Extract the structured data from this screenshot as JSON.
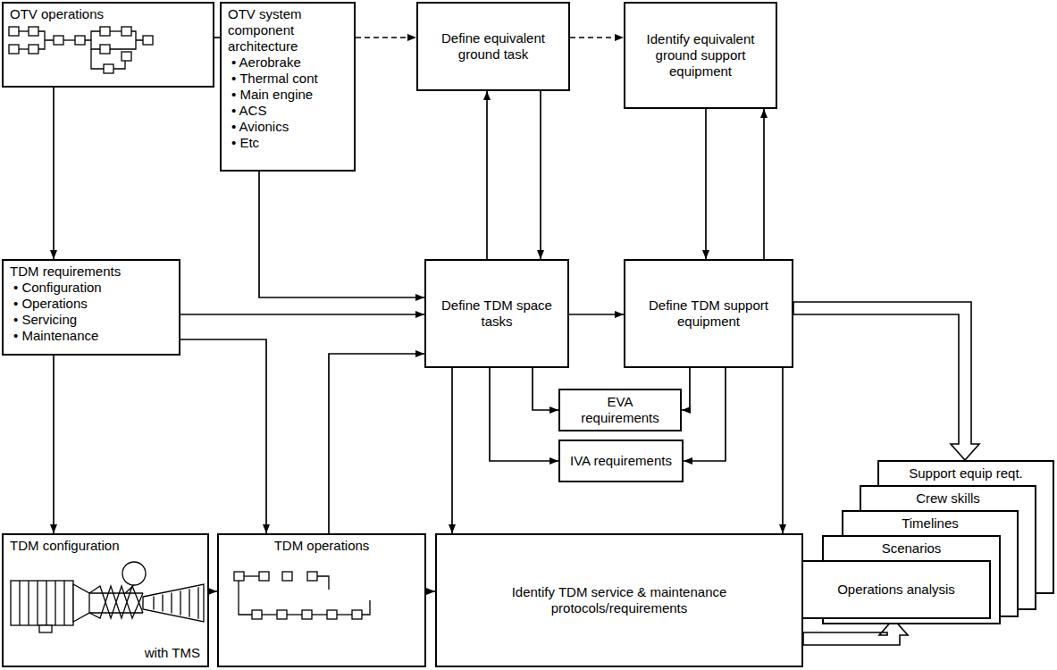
{
  "diagram": {
    "nodes": [
      {
        "text": [
          "OTV operations"
        ]
      },
      {
        "text": [
          "OTV system component architecture",
          "• Aerobrake",
          "• Thermal cont",
          "• Main engine",
          "• ACS",
          "• Avionics",
          "• Etc"
        ]
      },
      {
        "text": [
          "Define equivalent ground task"
        ]
      },
      {
        "text": [
          "Identify equivalent ground support equipment"
        ]
      },
      {
        "text": [
          "TDM requirements",
          "• Configuration",
          "• Operations",
          "• Servicing",
          "• Maintenance"
        ]
      },
      {
        "text": [
          "Define TDM space tasks"
        ]
      },
      {
        "text": [
          "Define TDM support equipment"
        ]
      },
      {
        "text": [
          "EVA requirements"
        ]
      },
      {
        "text": [
          "IVA requirements"
        ]
      },
      {
        "text": [
          "Support equip reqt."
        ]
      },
      {
        "text": [
          "Crew skills"
        ]
      },
      {
        "text": [
          "Timelines"
        ]
      },
      {
        "text": [
          "Scenarios"
        ]
      },
      {
        "text": [
          "Operations analysis"
        ]
      },
      {
        "text": [
          "TDM configuration",
          "with TMS"
        ]
      },
      {
        "text": [
          "TDM operations"
        ]
      },
      {
        "text": [
          "Identify TDM service & maintenance protocols/requirements"
        ]
      }
    ],
    "edges": [
      {
        "from": 0,
        "to": 1,
        "arrow": "none"
      },
      {
        "from": 1,
        "to": 2,
        "arrow": "to"
      },
      {
        "from": 2,
        "to": 3,
        "arrow": "to"
      },
      {
        "from": 0,
        "to": 4,
        "arrow": "to"
      },
      {
        "from": 1,
        "to": 5,
        "arrow": "to"
      },
      {
        "from": 2,
        "to": 5,
        "arrow": "to"
      },
      {
        "from": 5,
        "to": 2,
        "arrow": "to"
      },
      {
        "from": 3,
        "to": 6,
        "arrow": "to"
      },
      {
        "from": 6,
        "to": 3,
        "arrow": "to"
      },
      {
        "from": 4,
        "to": 5,
        "arrow": "to"
      },
      {
        "from": 4,
        "to": 14,
        "arrow": "to"
      },
      {
        "from": 4,
        "to": 15,
        "arrow": "to"
      },
      {
        "from": 15,
        "to": 5,
        "arrow": "to"
      },
      {
        "from": 5,
        "to": 6,
        "arrow": "to"
      },
      {
        "from": 5,
        "to": 7,
        "arrow": "to"
      },
      {
        "from": 6,
        "to": 7,
        "arrow": "to"
      },
      {
        "from": 5,
        "to": 8,
        "arrow": "to"
      },
      {
        "from": 6,
        "to": 8,
        "arrow": "to"
      },
      {
        "from": 5,
        "to": 16,
        "arrow": "to"
      },
      {
        "from": 6,
        "to": 16,
        "arrow": "to"
      },
      {
        "from": 14,
        "to": 15,
        "arrow": "to"
      },
      {
        "from": 15,
        "to": 16,
        "arrow": "to"
      },
      {
        "from": 6,
        "to": 9,
        "arrow": "to"
      },
      {
        "from": 16,
        "to": 13,
        "arrow": "to"
      }
    ]
  }
}
